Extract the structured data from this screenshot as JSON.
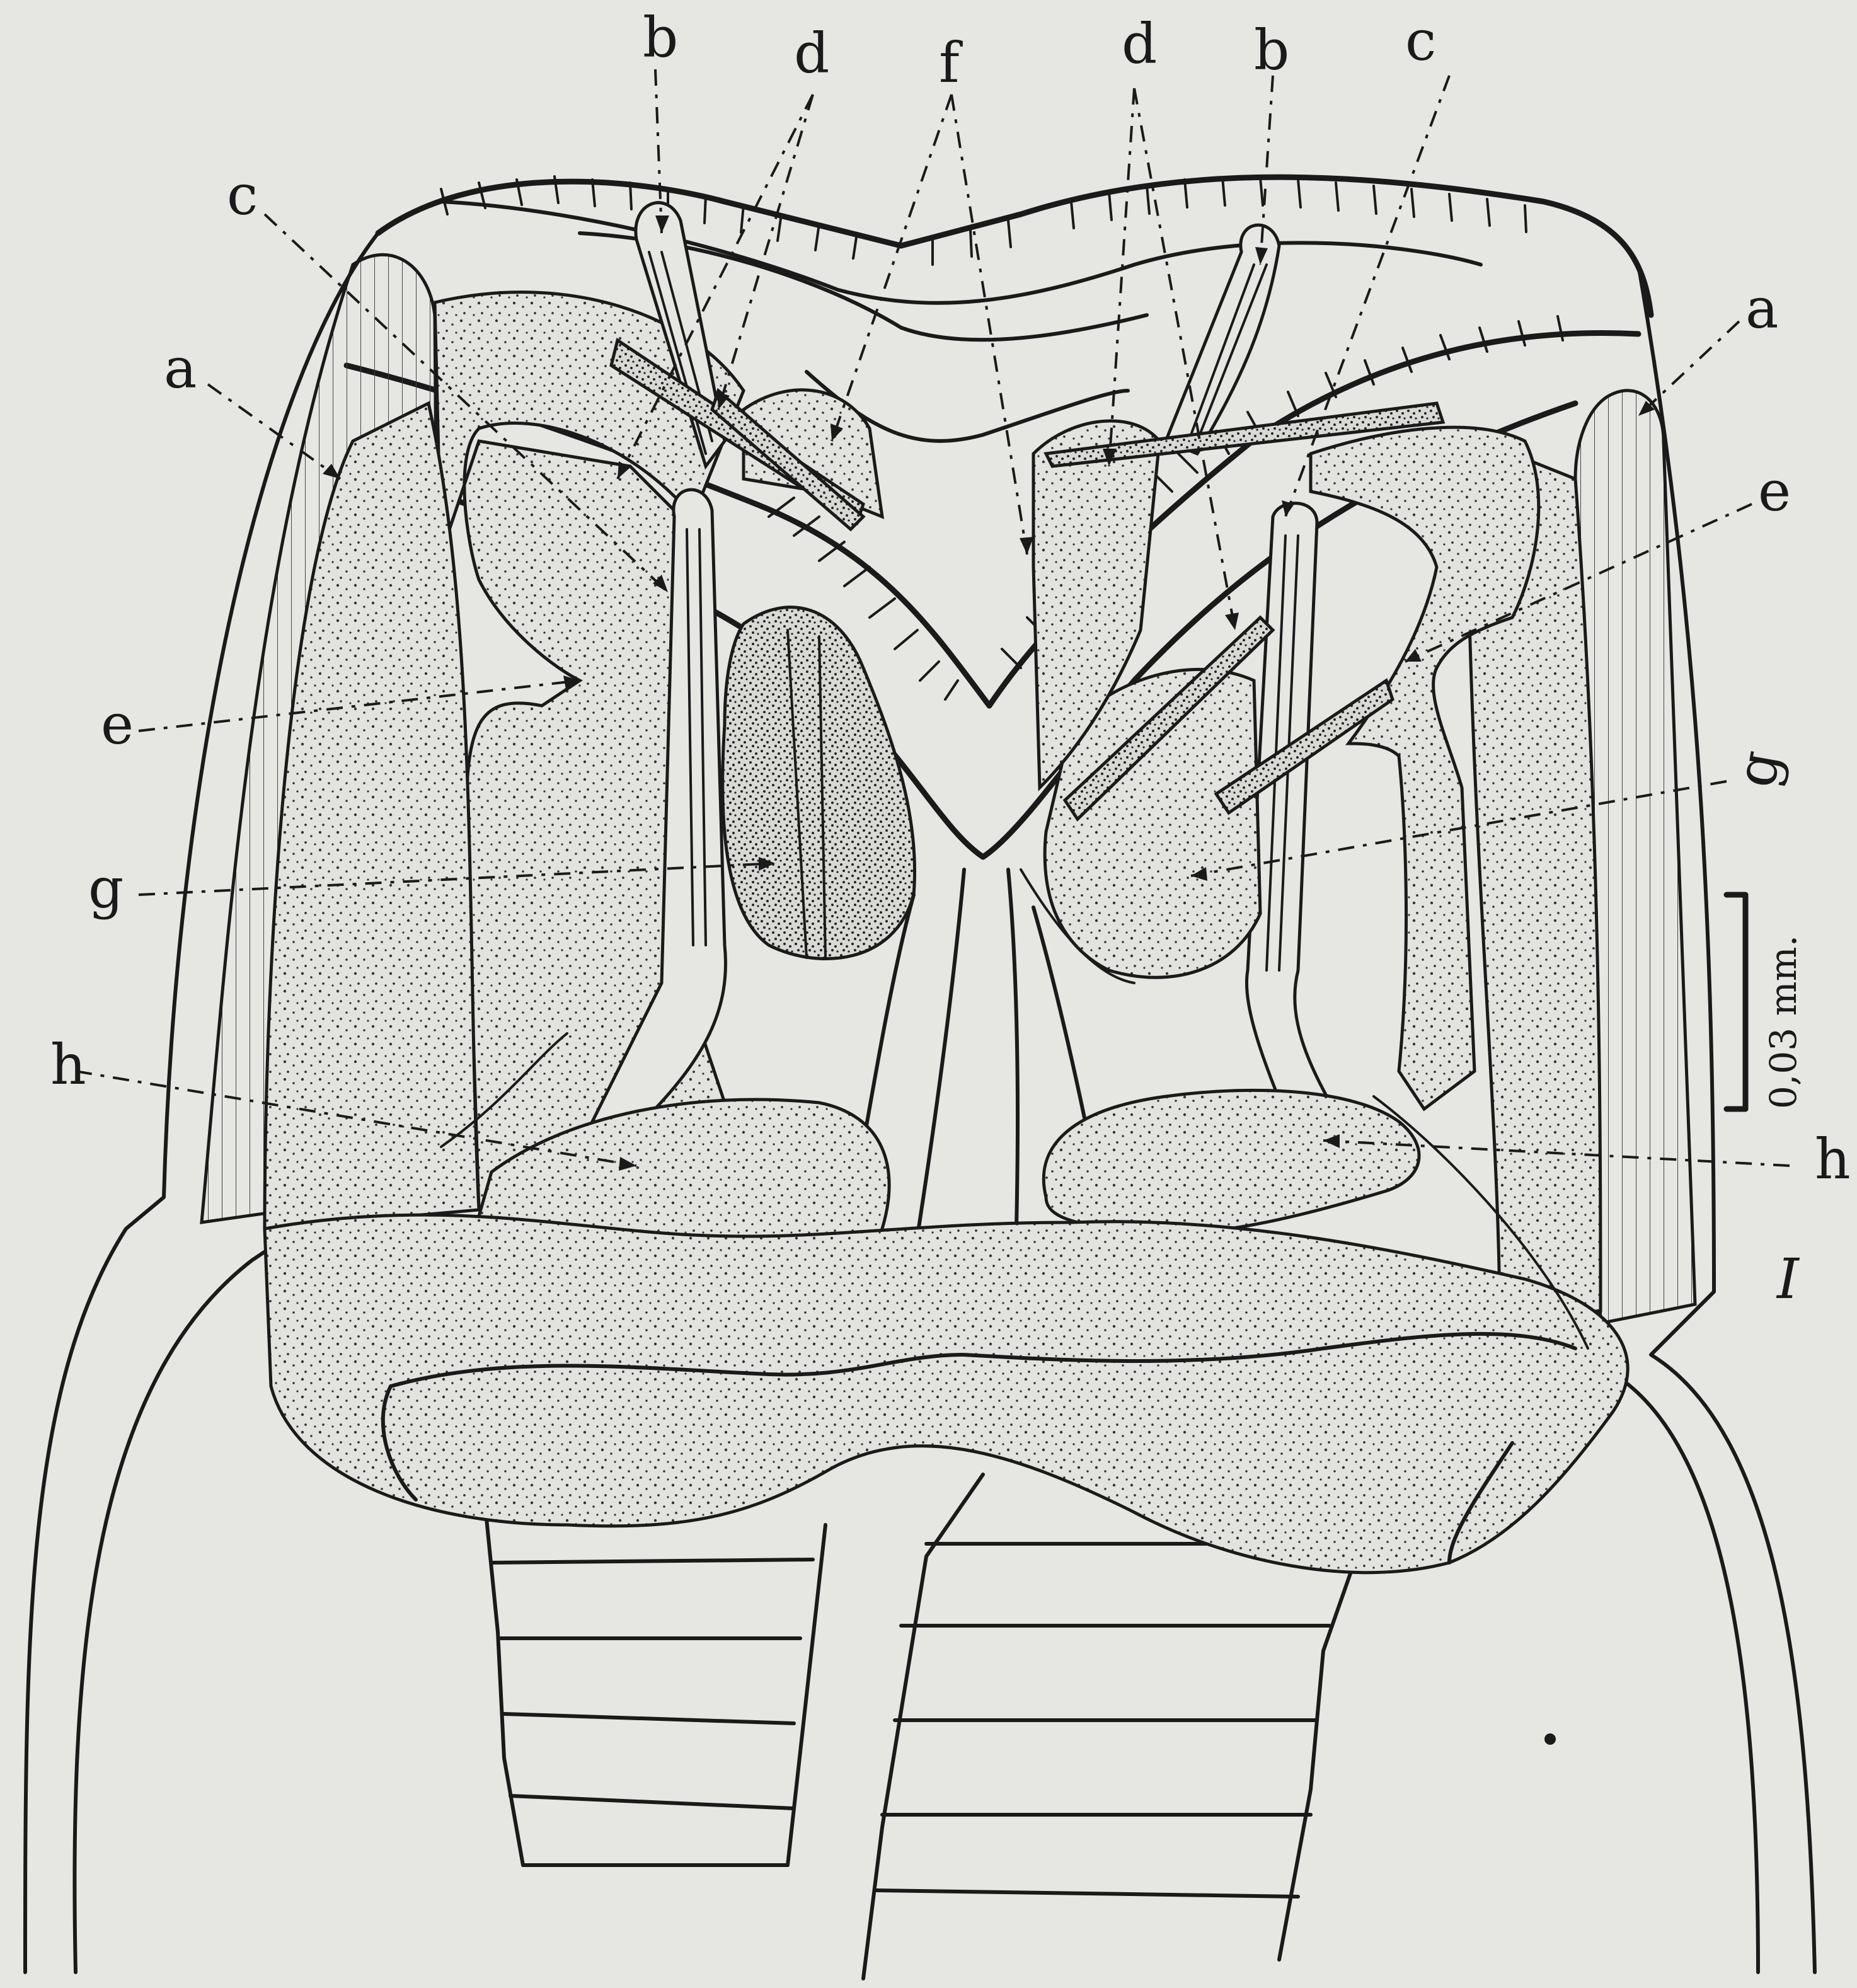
{
  "figure": {
    "labels": {
      "a": "a",
      "b": "b",
      "c": "c",
      "d": "d",
      "e": "e",
      "f": "f",
      "g": "g",
      "h": "h"
    },
    "scale_bar": "0,03 mm.",
    "plate_mark": "I"
  }
}
